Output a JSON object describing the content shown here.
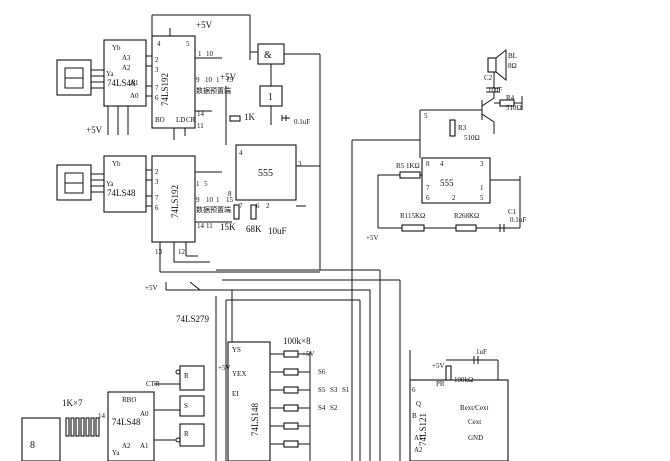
{
  "supply": {
    "plus5v_top": "+5V",
    "plus5v_a": "+5V",
    "plus5v_b": "+5V",
    "plus5v_c": "+5V",
    "plus5v_d": "+5V",
    "plus5v_e": "+5V",
    "plus5v_f": "+5V",
    "plus5v_g": "+5V"
  },
  "chips": {
    "ls48_top": "74LS48",
    "ls48_bot": "74LS48",
    "ls192_top": "74LS192",
    "ls192_bot": "74LS192",
    "ls192_top_note": "数据预置端",
    "ls192_bot_note": "数据预置端",
    "and_gate": "&",
    "inverter": "1",
    "timer555": "555",
    "ls279": "74LS279",
    "ls148": "74LS148",
    "ls48_low": "74LS48",
    "ls121": "74LS121",
    "tri555": "555"
  },
  "pins_ls192": {
    "p4": "4",
    "p5": "5",
    "p11": "11",
    "p15": "15",
    "p1": "1",
    "p10": "10",
    "p9": "9",
    "p7": "7",
    "p6": "6",
    "p3": "3",
    "p2": "2",
    "p14": "14",
    "p13": "13",
    "p12": "12",
    "bo": "BO",
    "ld": "LD",
    "cr": "CR"
  },
  "pins_ls48": {
    "ya": "Ya",
    "yb": "Yb",
    "ya2": "Ya",
    "yb2": "Yb",
    "a0": "A0",
    "a1": "A1",
    "a2": "A2",
    "a3": "A3"
  },
  "components": {
    "r_1k": "1K",
    "c_01uf_a": "0.1uF",
    "r_15k": "15K",
    "r_68k": "68K",
    "c_10uf": "10uF",
    "p8": "8",
    "p4": "4",
    "p3": "3",
    "p2": "2",
    "p6": "6",
    "p7": "7",
    "p5": "5",
    "r_100k_x8": "100k×8",
    "r_1k_x7": "1K×7",
    "ls148_s1": "S1",
    "ls148_s2": "S2",
    "ls148_s3": "S3",
    "ls148_s4": "S4",
    "ls148_s5": "S5",
    "ls148_s6": "S6",
    "ls148_ei": "EI",
    "ls148_ys": "YS",
    "ls148_yex": "YEX",
    "ls279_r": "R",
    "ls279_s": "S",
    "ls48_low_ctr": "CTR",
    "ls48_low_rbo": "RBO",
    "ls121_pr": "PR",
    "ls121_q": "Q",
    "ls121_b": "B",
    "ls121_rext": "Rext/Cext",
    "ls121_cext": "Cext",
    "ls121_gnd": "GND",
    "ls121_a1": "A1",
    "ls121_a2": "A2",
    "c_1uf": "1uF",
    "r_100k": "100kΩ",
    "spk": "8Ω",
    "spk_label": "BL",
    "c2": "C2",
    "c2_val": "10uF",
    "r4": "R4",
    "r4_val": "510Ω",
    "r3": "R3",
    "r3_val": "510Ω",
    "r5": "R5",
    "r5_val": "1KΩ",
    "r1": "R1",
    "r1_val": "15KΩ",
    "r2": "R2",
    "r2_val": "68KΩ",
    "c1": "C1",
    "c1_val": "0.1uF",
    "t_8": "8",
    "t_4": "4",
    "t_3": "3",
    "t_7": "7",
    "t_6": "6",
    "t_2": "2",
    "t_1": "1",
    "t_5": "5",
    "led_pins": "14"
  }
}
